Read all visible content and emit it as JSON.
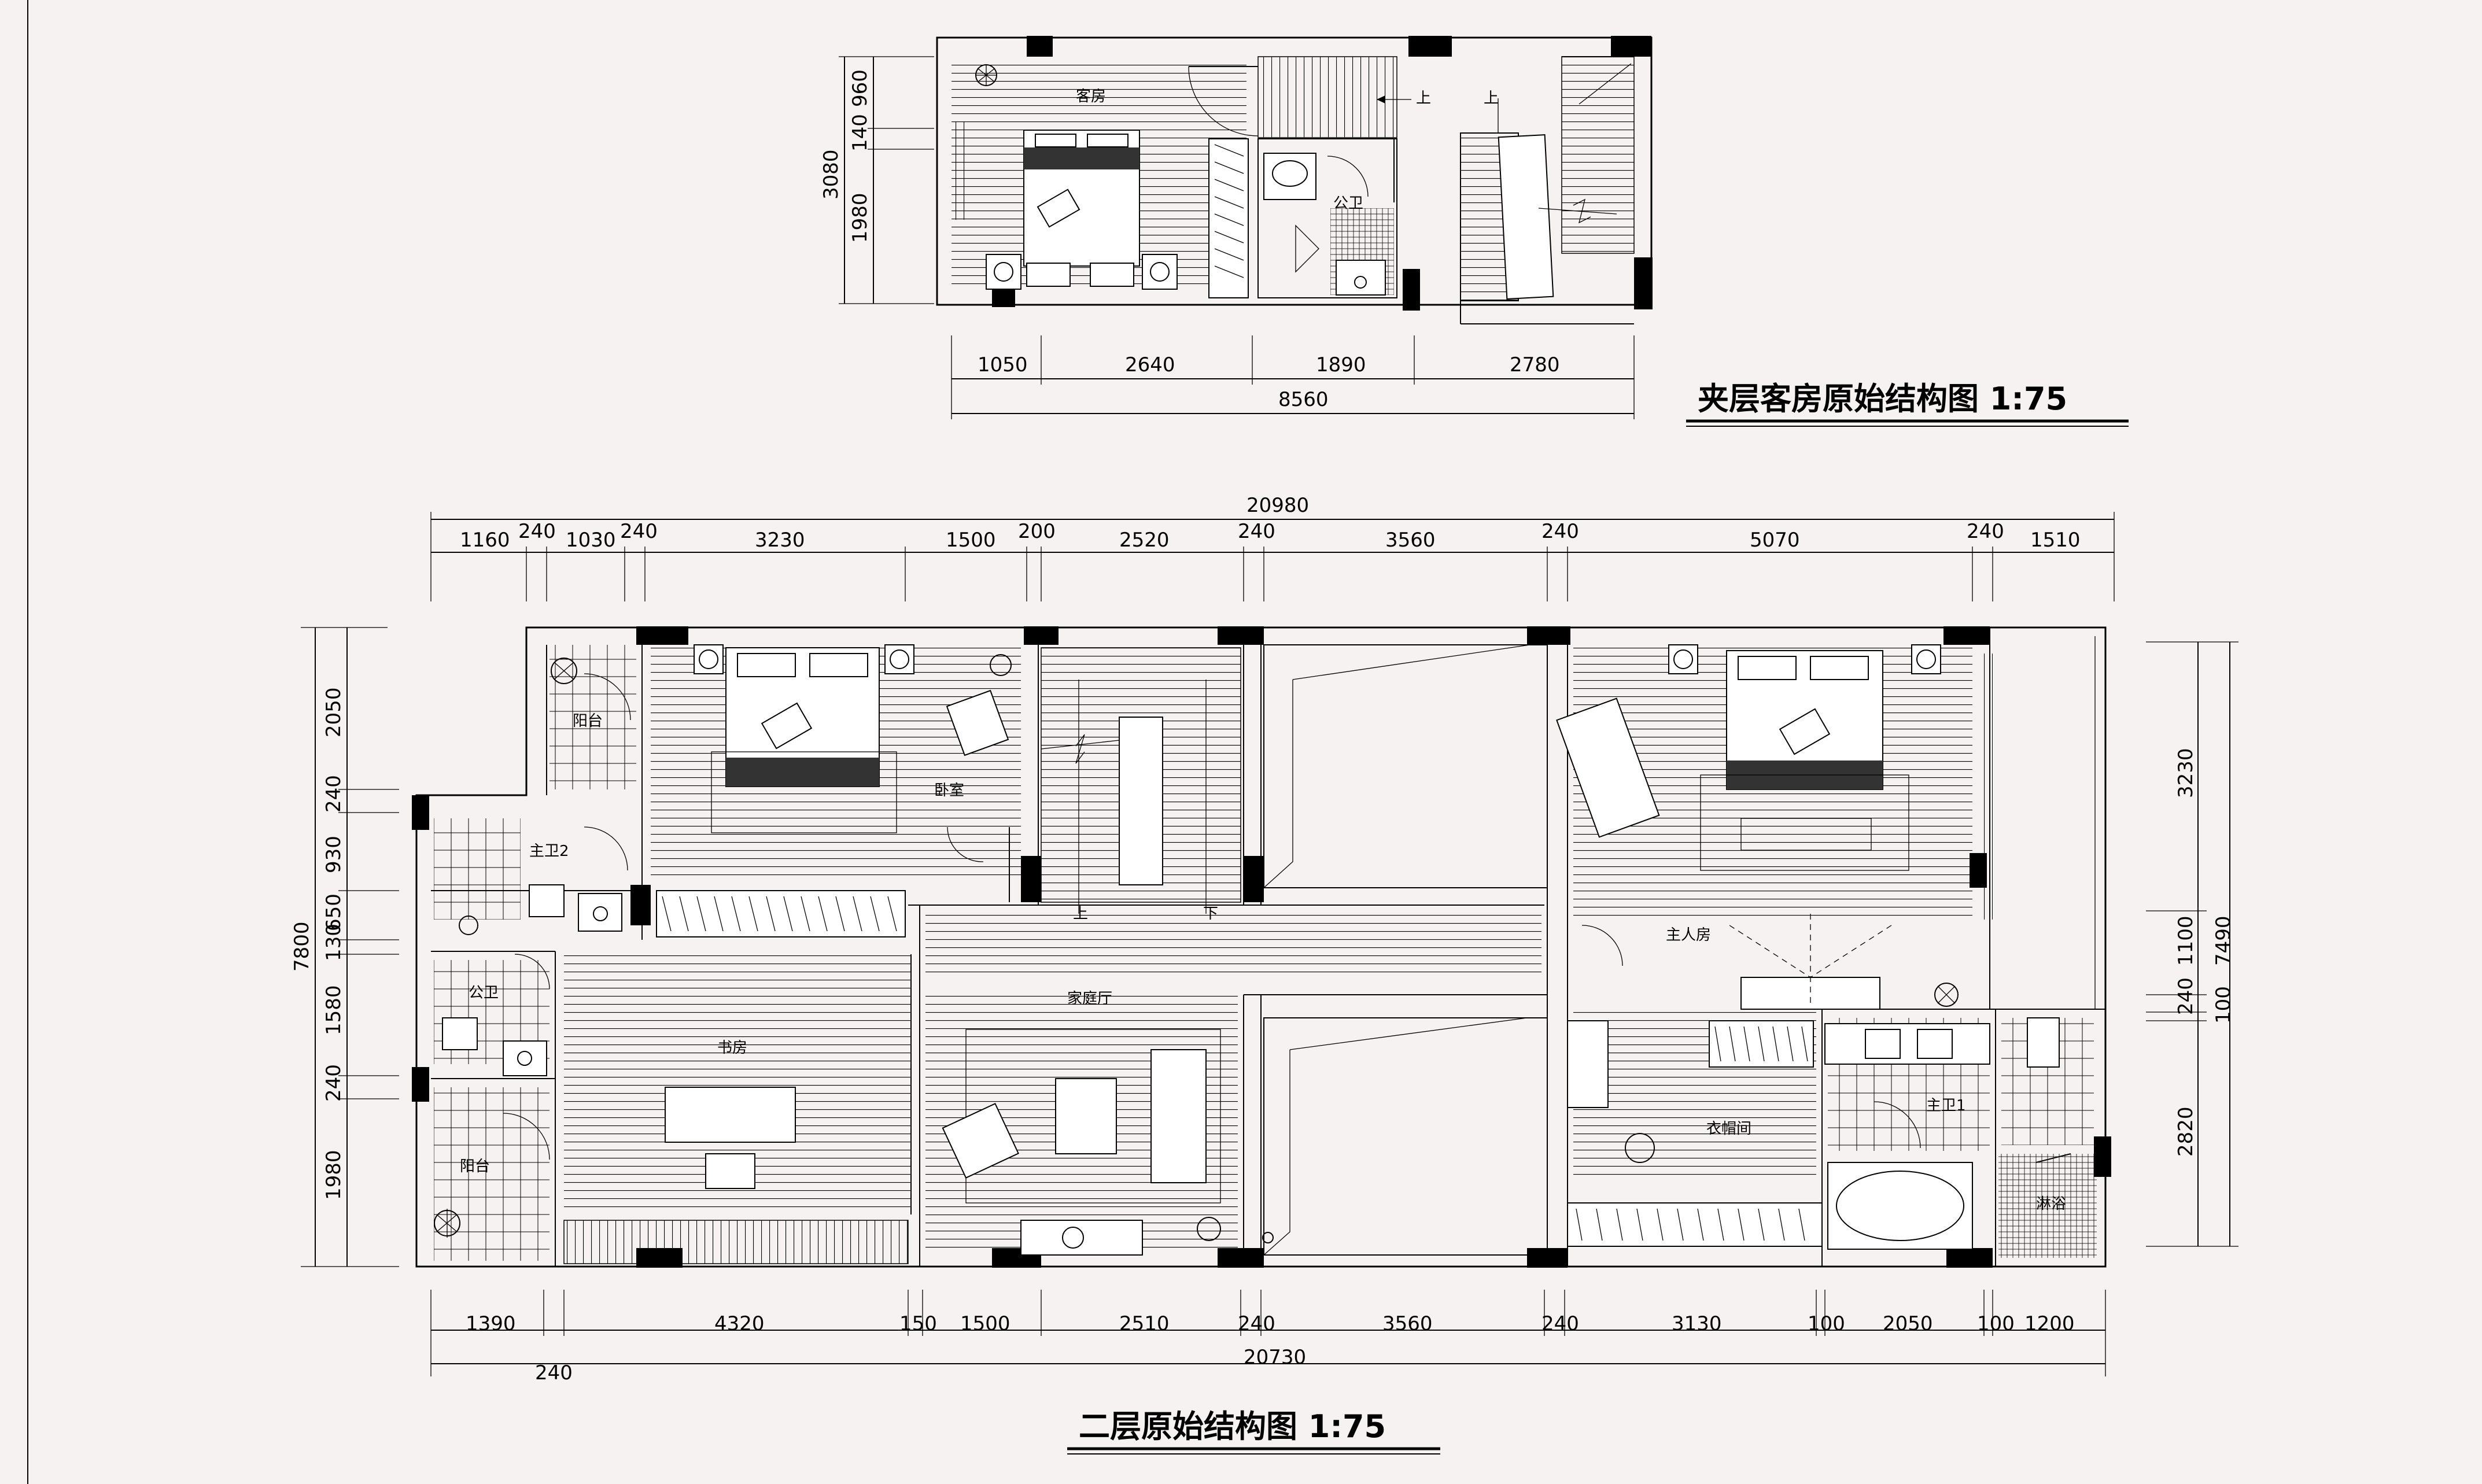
{
  "mezzanine": {
    "title": "夹层客房原始结构图    1:75",
    "dims_bottom": [
      "1050",
      "2640",
      "1890",
      "2780"
    ],
    "dim_total": "8560",
    "dims_left": [
      "960",
      "140",
      "1980"
    ],
    "dim_left_total": "3080",
    "rooms": {
      "guest": "客房",
      "bath": "公卫"
    },
    "stair_up": [
      "上",
      "上"
    ]
  },
  "second_floor": {
    "title": "二层原始结构图    1:75",
    "dims_top": [
      "1160",
      "240",
      "1030",
      "240",
      "3230",
      "1500",
      "200",
      "2520",
      "240",
      "3560",
      "240",
      "5070",
      "240",
      "1510"
    ],
    "dim_top_total": "20980",
    "dims_bottom": [
      "1390",
      "4320",
      "150",
      "1500",
      "2510",
      "240",
      "3560",
      "240",
      "3130",
      "100",
      "2050",
      "100",
      "1200"
    ],
    "dim_bottom_total": "20730",
    "dim_bottom_extra": "240",
    "dims_left": [
      "2050",
      "240",
      "930",
      "650",
      "130",
      "1580",
      "240",
      "1980"
    ],
    "dim_left_total": "7800",
    "dims_right": [
      "3230",
      "1100",
      "240",
      "100",
      "2820"
    ],
    "dim_right_total": "7490",
    "rooms": {
      "balcony_1": "阳台",
      "master_bath_2": "主卫2",
      "public_bath": "公卫",
      "balcony_2": "阳台",
      "bedroom": "卧室",
      "study": "书房",
      "family_hall": "家庭厅",
      "master_bedroom": "主人房",
      "wardrobe": "衣帽间",
      "master_bath_1": "主卫1",
      "shower": "淋浴"
    },
    "stair_labels": {
      "up": "上",
      "down": "下"
    }
  }
}
